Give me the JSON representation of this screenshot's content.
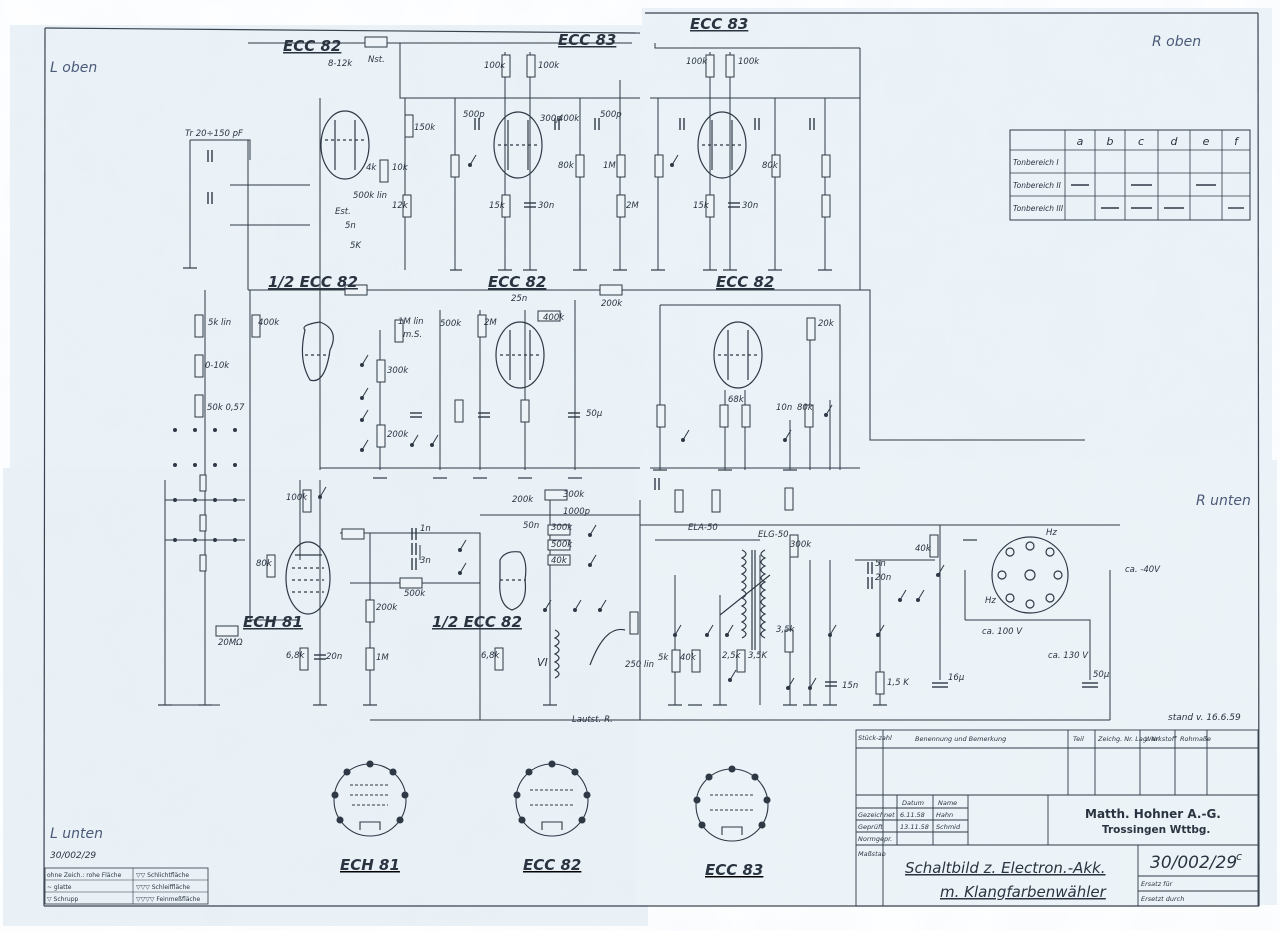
{
  "sheet": {
    "corner_labels": {
      "top_left": "L oben",
      "top_right": "R oben",
      "bottom_left": "L unten",
      "right_middle": "R unten"
    },
    "drawing_number_small": "30/002/29",
    "stand": "stand v. 16.6.59"
  },
  "tube_titles": {
    "t1": "ECC 82",
    "t2": "ECC 83",
    "t3": "ECC 83",
    "t4": "1/2 ECC 82",
    "t5": "ECC 82",
    "t6": "ECC 82",
    "t7": "ECH 81",
    "t8": "1/2 ECC 82"
  },
  "component_labels": {
    "tr": "Tr 20÷150 pF",
    "nst": "Nst.",
    "r_8_12k": "8-12k",
    "r_100k_a": "100k",
    "r_100k_b": "100k",
    "r_100k_c": "100k",
    "r_100k_d": "100k",
    "r_150k": "150k",
    "r_4k": "4k",
    "r_10k": "10k",
    "r_12k": "12k",
    "r_500k_lin": "500k lin",
    "est": "Est.",
    "r_5k": "5K",
    "c_5n": "5n",
    "c_500p_a": "500p",
    "c_500p_b": "500p",
    "c_300p": "300p",
    "r_400k": "400k",
    "r_80k_a": "80k",
    "r_80k_b": "80k",
    "r_15k_a": "15k",
    "r_15k_b": "15k",
    "c_30n_a": "30n",
    "c_30n_b": "30n",
    "r_1m": "1M",
    "r_2m": "2M",
    "r_5k_lin": "5k lin",
    "r_400k_e": "400k",
    "r_0_10k": "0-10k",
    "r_50k_057": "50k 0,57",
    "r_1m_lin": "1M lin",
    "ms": "m.S.",
    "r_300k": "300k",
    "r_200k": "200k",
    "r_500k": "500k",
    "r_2m_b": "2M",
    "c_25n": "25n",
    "r_400k_f": "400k",
    "r_200k_top": "200k",
    "c_50u": "50µ",
    "r_20k": "20k",
    "r_68k": "68k",
    "r_80k_c": "80k",
    "c_10n": "10n",
    "r_200k_b": "200k",
    "r_300k_b": "300k",
    "c_1000p": "1000p",
    "ela": "ELA-50",
    "elg": "ELG-50",
    "r_300k_c": "300k",
    "r_40k": "40k",
    "c_5n_b": "5n",
    "c_20n": "20n",
    "hz": "Hz",
    "hz2": "Hz",
    "v_40": "ca. -40V",
    "v_100": "ca. 100 V",
    "v_130": "ca. 130 V",
    "c_50u_b": "50µ",
    "c_16u": "16µ",
    "r_1_5k": "1,5 K",
    "r_3_5k": "3,5k",
    "r_6_8k_a": "6,8k",
    "r_6_8k_b": "6,8k",
    "r_20m": "20MΩ",
    "c_20n_b": "20n",
    "r_1m_c": "1M",
    "r_200k_c": "200k",
    "r_500k_b": "500k",
    "r_100k_g": "100k",
    "r_80k_d": "80k",
    "c_1n": "1n",
    "c_3n": "3n",
    "r_250_lin": "250 lin",
    "lautst": "Lautst.-R.",
    "vi": "VI",
    "c_50n": "50n",
    "r_300k_d": "300k",
    "r_500k_c": "500k",
    "r_40k_b": "40k",
    "c_15n": "15n",
    "r_5k_b": "5k",
    "r_40k_c": "40k",
    "r_2_5k": "2,5k",
    "r_3_5k_b": "3,5K"
  },
  "tone_table": {
    "columns": [
      "a",
      "b",
      "c",
      "d",
      "e",
      "f"
    ],
    "rows": [
      {
        "label": "Tonbereich I",
        "marks": [
          false,
          false,
          false,
          false,
          false,
          false
        ]
      },
      {
        "label": "Tonbereich II",
        "marks": [
          true,
          false,
          true,
          false,
          true,
          false
        ]
      },
      {
        "label": "Tonbereich III",
        "marks": [
          false,
          true,
          true,
          true,
          false,
          true
        ]
      }
    ]
  },
  "tube_diagrams": {
    "d1": "ECH 81",
    "d2": "ECC 82",
    "d3": "ECC 83"
  },
  "legend": {
    "r1c1": "ohne Zeich.: rohe Fläche",
    "r1c2": "▽▽ Schlichtfläche",
    "r2c1": "~ glatte",
    "r2c2": "▽▽▽ Schleiffläche",
    "r3c1": "▽ Schrupp",
    "r3c2": "▽▽▽▽ Feinmeßfläche"
  },
  "title_block": {
    "col_stueckzahl": "Stück-zahl",
    "col_benennung": "Benennung und Bemerkung",
    "col_teil": "Teil",
    "col_zeichnr": "Zeichg. Nr. Lag. Nr.",
    "col_werkstoff": "Werkstoff",
    "col_rohmasse": "Rohmaße",
    "datum": "Datum",
    "name": "Name",
    "gezeichnet": "Gezeichnet",
    "geprueft": "Geprüft",
    "normgepr": "Normgepr.",
    "date1": "6.11.58",
    "date2": "13.11.58",
    "name1": "Hahn",
    "name2": "Schmid",
    "massstab": "Maßstab",
    "company": "Matth. Hohner A.-G.",
    "city": "Trossingen Wttbg.",
    "title_line1": "Schaltbild z. Electron.-Akk.",
    "title_line2": "m. Klangfarbenwähler",
    "drawing_number": "30/002/29",
    "drawing_rev": "c",
    "ersatz_fuer": "Ersatz für",
    "ersetzt_durch": "Ersetzt durch"
  }
}
